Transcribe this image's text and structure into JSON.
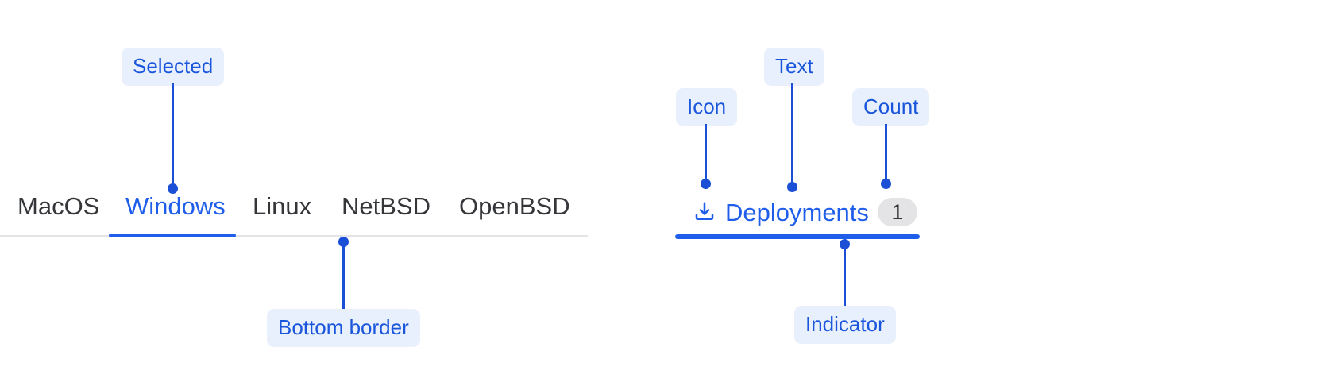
{
  "theme": {
    "accent_blue": "#1f5eea",
    "leader_blue": "#1a4fd6",
    "callout_bg": "#e9f0fd",
    "callout_text": "#1a56db",
    "tab_text": "#35363a",
    "divider_gray": "#e4e4e6",
    "count_badge_bg": "#e4e4e6",
    "count_badge_text": "#333438",
    "page_bg": "#ffffff"
  },
  "tabbar": {
    "tabs": [
      {
        "label": "MacOS",
        "selected": false
      },
      {
        "label": "Windows",
        "selected": true
      },
      {
        "label": "Linux",
        "selected": false
      },
      {
        "label": "NetBSD",
        "selected": false
      },
      {
        "label": "OpenBSD",
        "selected": false
      }
    ]
  },
  "single_tab": {
    "icon": "download-icon",
    "label": "Deployments",
    "count": "1",
    "selected": true
  },
  "callouts": [
    {
      "id": "selected",
      "label": "Selected"
    },
    {
      "id": "bottom-border",
      "label": "Bottom border"
    },
    {
      "id": "icon",
      "label": "Icon"
    },
    {
      "id": "text",
      "label": "Text"
    },
    {
      "id": "count",
      "label": "Count"
    },
    {
      "id": "indicator",
      "label": "Indicator"
    }
  ]
}
